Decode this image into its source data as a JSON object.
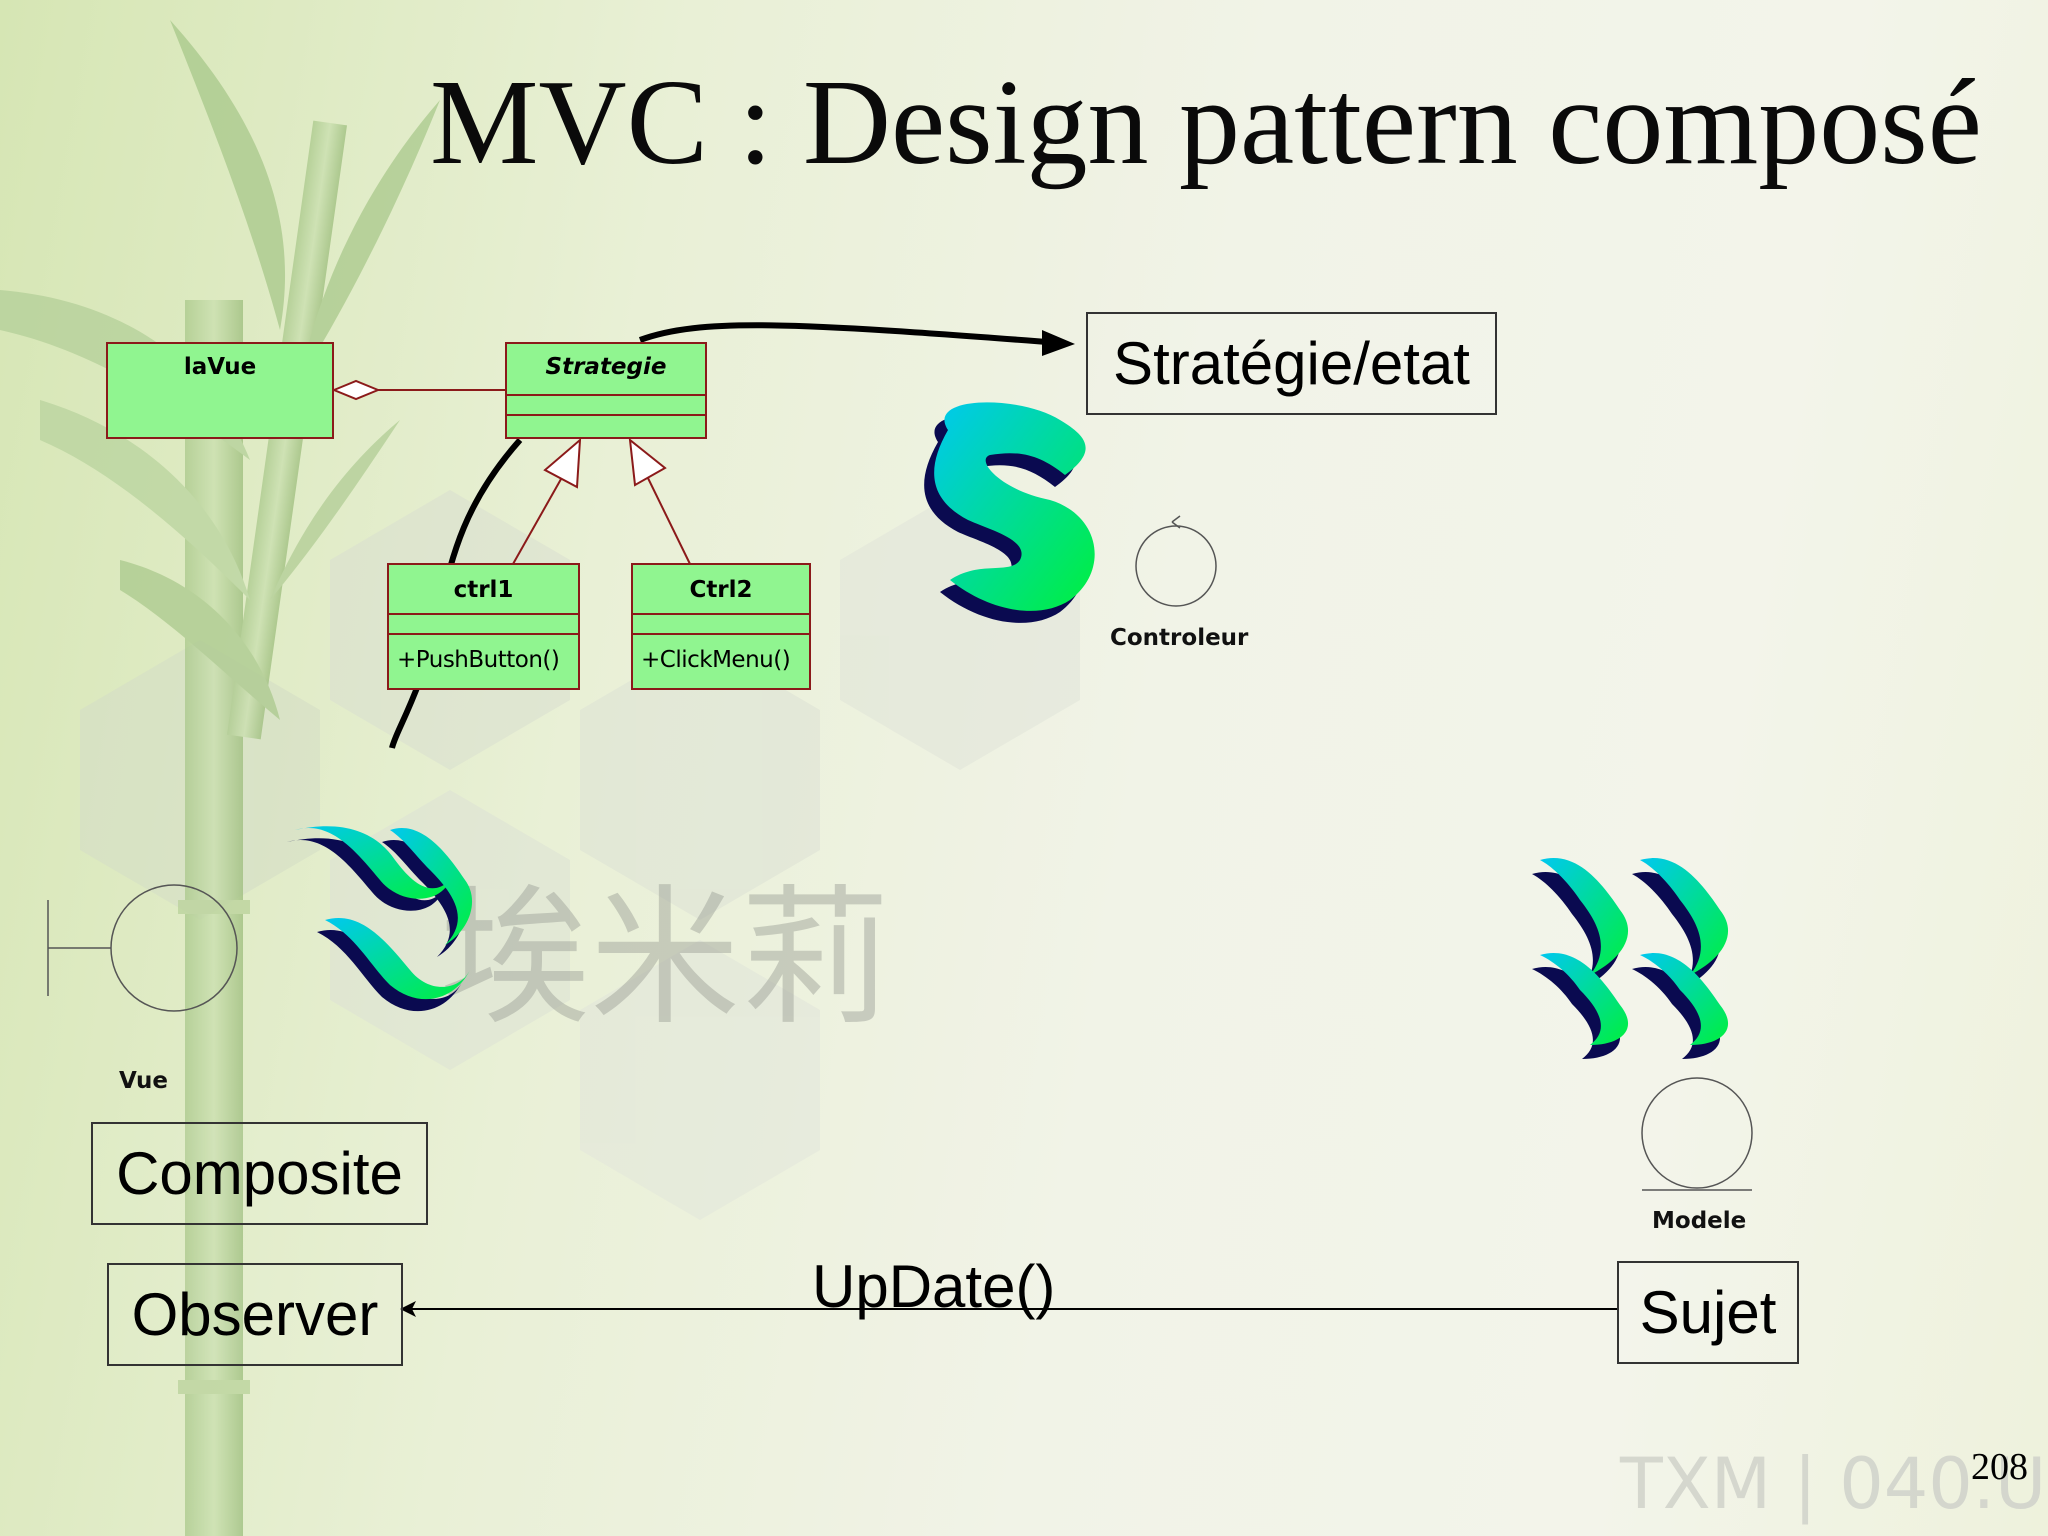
{
  "slide": {
    "title": "MVC : Design pattern composé",
    "page_number": "208"
  },
  "uml": {
    "lavue": {
      "name": "laVue"
    },
    "strategie": {
      "name": "Strategie"
    },
    "ctrl1": {
      "name": "ctrl1",
      "operation": "+PushButton()"
    },
    "ctrl2": {
      "name": "Ctrl2",
      "operation": "+ClickMenu()"
    }
  },
  "roles": {
    "controleur": "Controleur",
    "vue": "Vue",
    "modele": "Modele"
  },
  "pattern_labels": {
    "strategie_etat": "Stratégie/etat",
    "composite": "Composite",
    "observer": "Observer",
    "sujet": "Sujet"
  },
  "message": {
    "update": "UpDate()"
  },
  "background": {
    "watermark_chinese": "埃米莉",
    "watermark_logo": "TXM | 040.U"
  },
  "colors": {
    "uml_fill": "#90f590",
    "uml_border": "#8b1a1a",
    "swirl_start": "#00c8f0",
    "swirl_end": "#00f03c",
    "swirl_shadow": "#0a0a50"
  }
}
